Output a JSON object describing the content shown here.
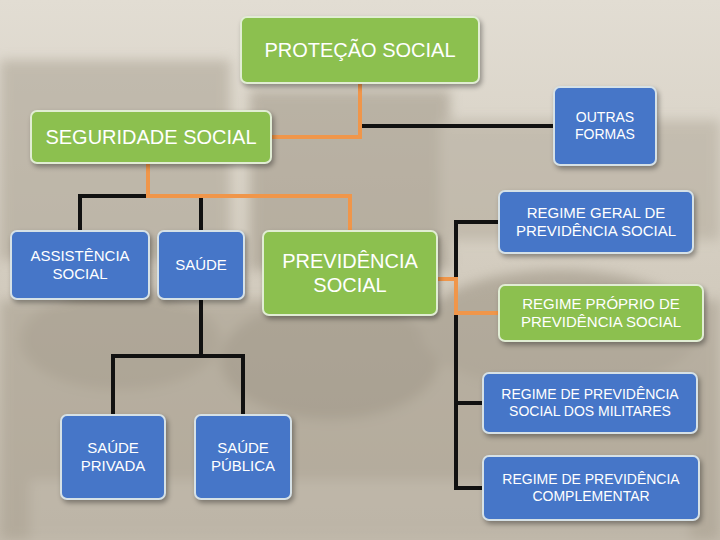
{
  "diagram": {
    "nodes": [
      {
        "text": [
          "PROTEÇÃO SOCIAL"
        ]
      },
      {
        "text": [
          "SEGURIDADE SOCIAL"
        ]
      },
      {
        "text": [
          "OUTRAS FORMAS"
        ]
      },
      {
        "text": [
          "ASSISTÊNCIA SOCIAL"
        ]
      },
      {
        "text": [
          "SAÚDE"
        ]
      },
      {
        "text": [
          "PREVIDÊNCIA SOCIAL"
        ]
      },
      {
        "text": [
          "REGIME GERAL DE PREVIDÊNCIA SOCIAL"
        ]
      },
      {
        "text": [
          "REGIME PRÓPRIO DE PREVIDÊNCIA SOCIAL"
        ]
      },
      {
        "text": [
          "REGIME DE PREVIDÊNCIA SOCIAL DOS MILITARES"
        ]
      },
      {
        "text": [
          "SAÚDE PRIVADA"
        ]
      },
      {
        "text": [
          "SAÚDE PÚBLICA"
        ]
      },
      {
        "text": [
          "REGIME DE PREVIDÊNCIA COMPLEMENTAR"
        ]
      }
    ],
    "edges": [
      {
        "from": 0,
        "to": 2,
        "arrow": "none"
      },
      {
        "from": 0,
        "to": 1,
        "arrow": "none"
      },
      {
        "from": 1,
        "to": 3,
        "arrow": "none"
      },
      {
        "from": 1,
        "to": 4,
        "arrow": "none"
      },
      {
        "from": 1,
        "to": 5,
        "arrow": "none"
      },
      {
        "from": 4,
        "to": 9,
        "arrow": "none"
      },
      {
        "from": 4,
        "to": 10,
        "arrow": "none"
      },
      {
        "from": 5,
        "to": 6,
        "arrow": "none"
      },
      {
        "from": 5,
        "to": 7,
        "arrow": "none"
      },
      {
        "from": 5,
        "to": 8,
        "arrow": "none"
      },
      {
        "from": 5,
        "to": 11,
        "arrow": "none"
      }
    ]
  }
}
